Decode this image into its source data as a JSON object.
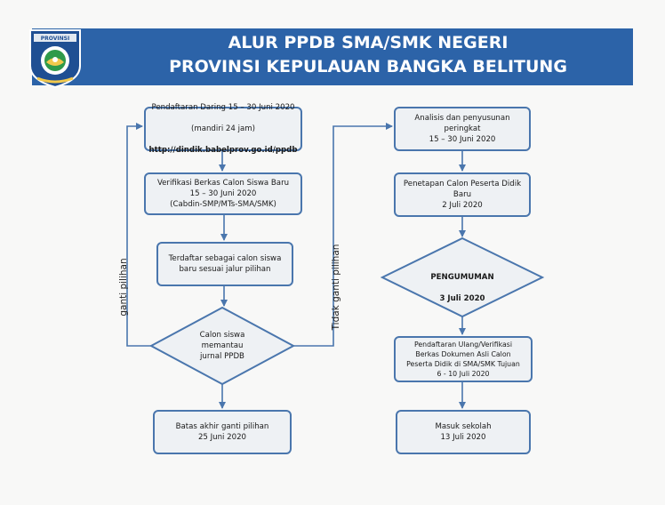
{
  "header": {
    "title_line1": "ALUR PPDB SMA/SMK NEGERI",
    "title_line2": "PROVINSI KEPULAUAN BANGKA BELITUNG",
    "logo_top_text": "PROVINSI"
  },
  "left_column": {
    "step1_line1": "Pendaftaran Daring 15 – 30 Juni 2020",
    "step1_line2": "(mandiri 24 jam)",
    "step1_url": "http://dindik.babelprov.go.id/ppdb",
    "step2": "Verifikasi Berkas Calon Siswa Baru\n15 – 30 Juni 2020\n(Cabdin-SMP/MTs-SMA/SMK)",
    "step3": "Terdaftar sebagai calon siswa\nbaru sesuai jalur pilihan",
    "decision": "Calon siswa\nmemantau\njurnal PPDB",
    "step4": "Batas akhir ganti pilihan\n25 Juni 2020"
  },
  "right_column": {
    "step1": "Analisis dan penyusunan\nperingkat\n15 – 30 Juni 2020",
    "step2": "Penetapan Calon Peserta Didik\nBaru\n2 Juli 2020",
    "announcement_title": "PENGUMUMAN",
    "announcement_date": "3 Juli 2020",
    "step3": "Pendaftaran Ulang/Verifikasi\nBerkas Dokumen Asli Calon\nPeserta Didik di SMA/SMK Tujuan\n6 - 10 Juli 2020",
    "step4": "Masuk sekolah\n13 Juli 2020"
  },
  "edge_labels": {
    "loop_back": "ganti pilihan",
    "forward": "Tidak ganti pilihan"
  },
  "colors": {
    "banner": "#2c63a8",
    "node_border": "#4a76ad",
    "node_fill": "#eef1f4",
    "arrow": "#4a76ad"
  }
}
